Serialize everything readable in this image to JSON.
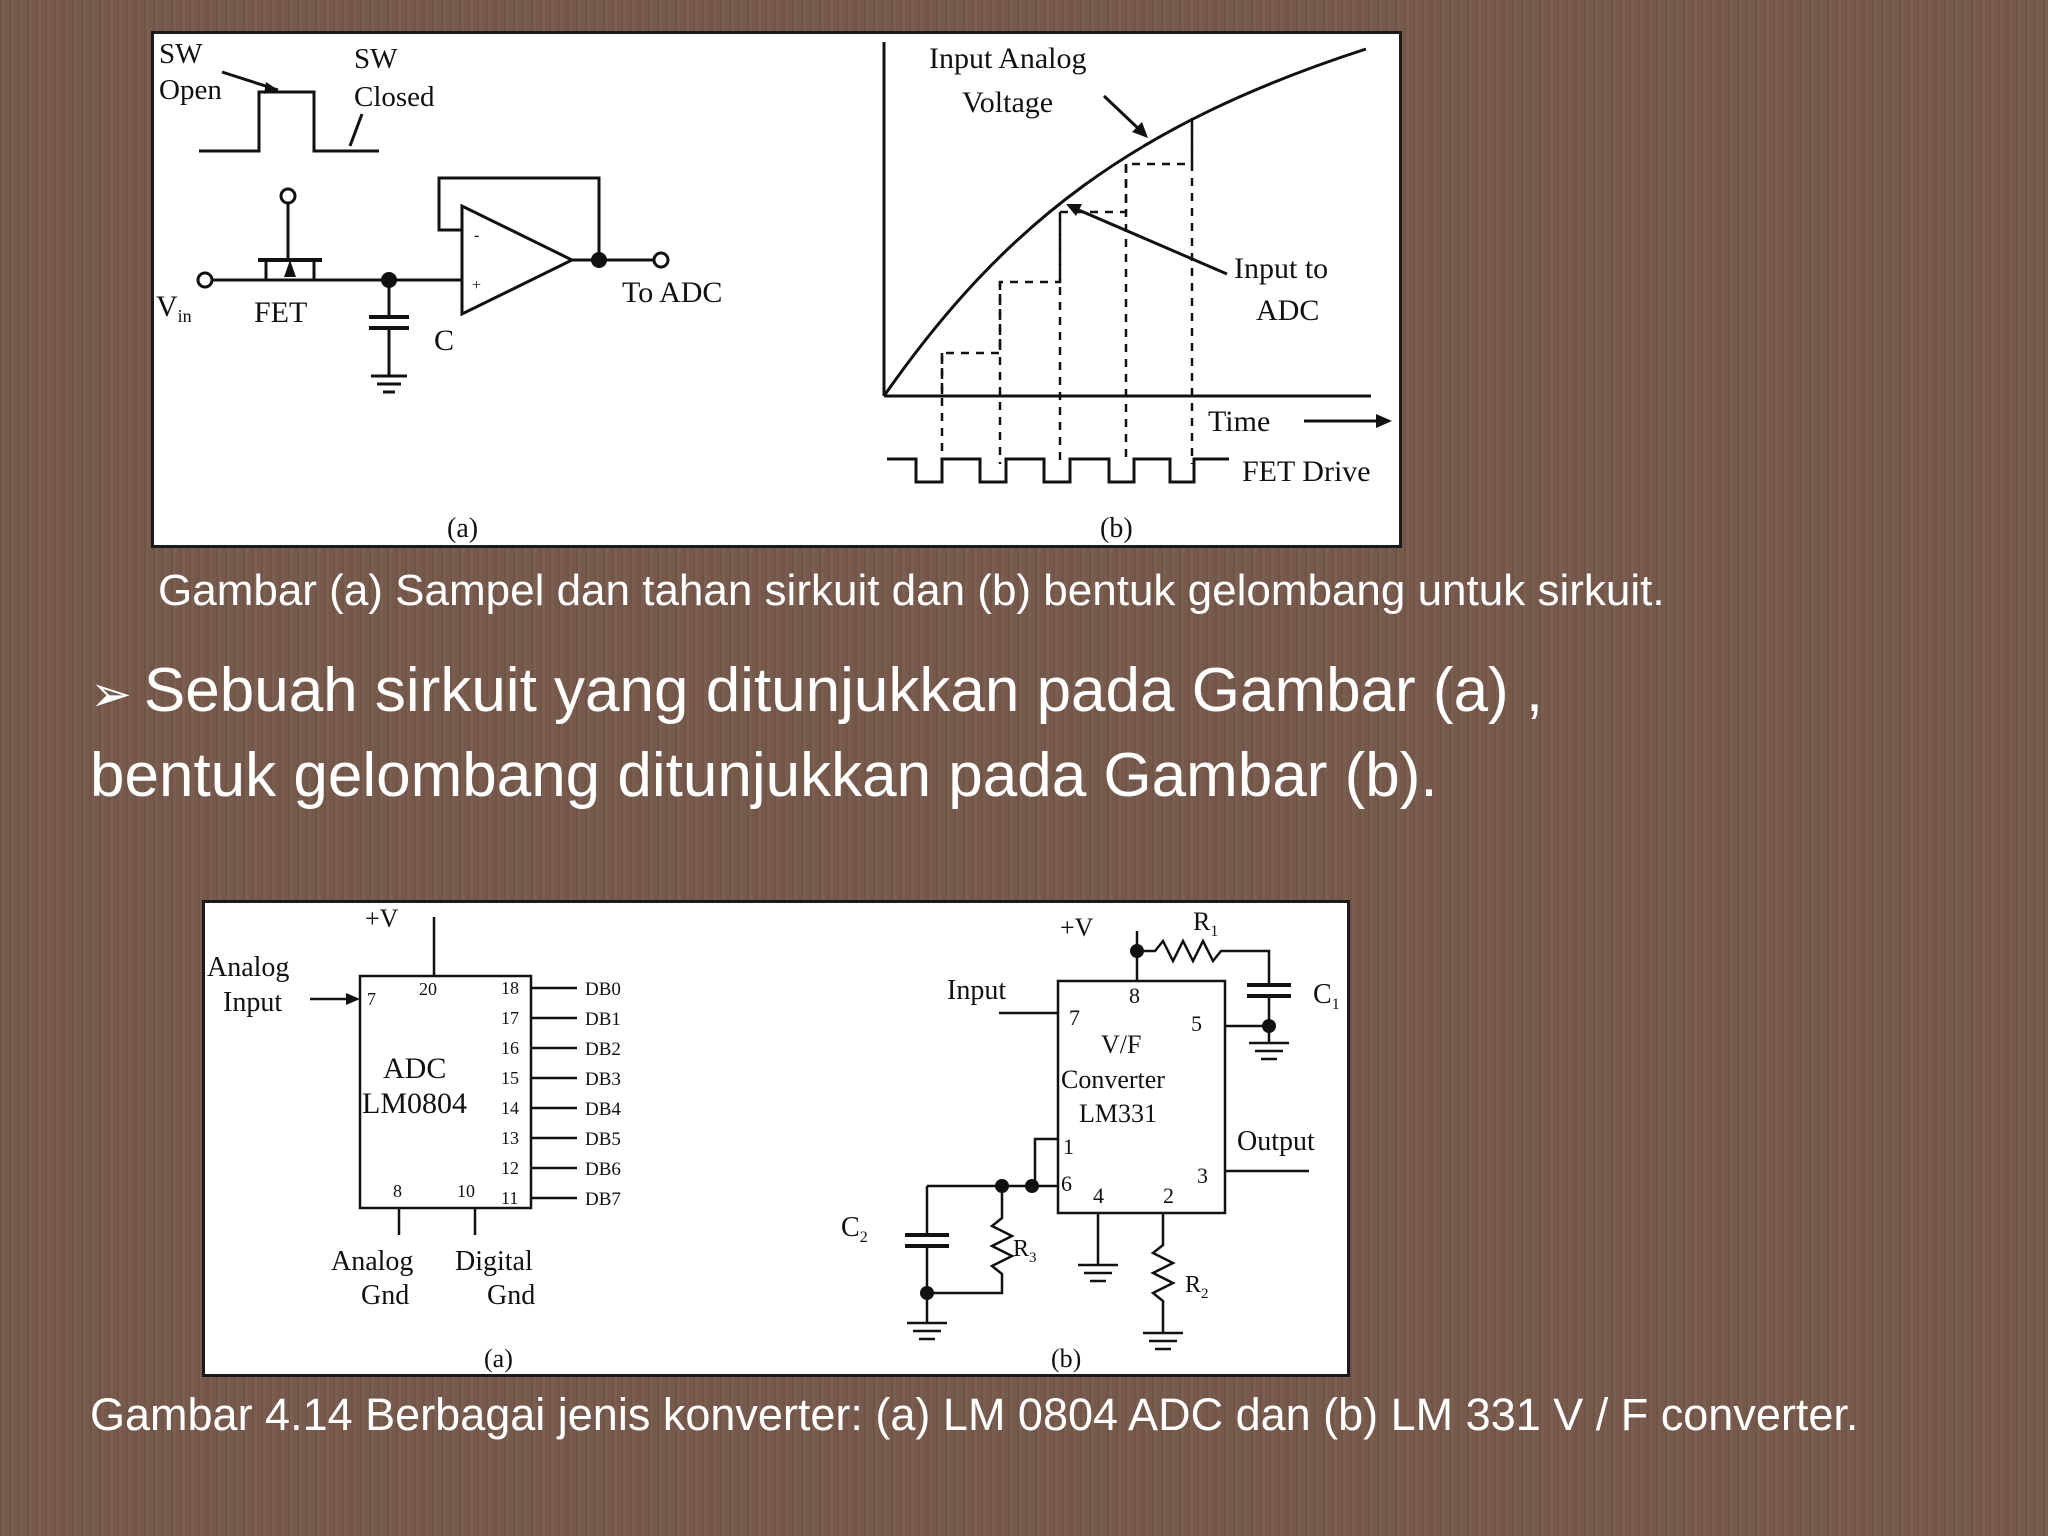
{
  "top_figure": {
    "circuit": {
      "sw_open": [
        "SW",
        "Open"
      ],
      "sw_closed": [
        "SW",
        "Closed"
      ],
      "vin": "V",
      "vin_sub": "in",
      "fet": "FET",
      "cap": "C",
      "to_adc": "To ADC",
      "label": "(a)"
    },
    "waveform": {
      "analog": [
        "Input Analog",
        "Voltage"
      ],
      "input_adc": [
        "Input to",
        "ADC"
      ],
      "time": "Time",
      "fet_drive": "FET Drive",
      "label": "(b)"
    }
  },
  "caption_top": "Gambar (a) Sampel dan tahan sirkuit dan (b) bentuk gelombang untuk sirkuit.",
  "bullet": {
    "line1": "Sebuah sirkuit yang ditunjukkan pada Gambar (a) ,",
    "line2": "bentuk gelombang ditunjukkan pada Gambar (b)."
  },
  "bottom_figure": {
    "adc": {
      "supply": "+V",
      "analog_input": [
        "Analog",
        "Input"
      ],
      "chip": [
        "ADC",
        "LM0804"
      ],
      "pins_left": [
        "7",
        "20"
      ],
      "pins_right": [
        "18",
        "17",
        "16",
        "15",
        "14",
        "13",
        "12",
        "11"
      ],
      "outputs": [
        "DB0",
        "DB1",
        "DB2",
        "DB3",
        "DB4",
        "DB5",
        "DB6",
        "DB7"
      ],
      "pins_bottom": [
        "8",
        "10"
      ],
      "grounds": [
        "Analog",
        "Gnd",
        "Digital",
        "Gnd"
      ],
      "label": "(a)"
    },
    "vf": {
      "supply": "+V",
      "r1": "R",
      "r1_sub": "1",
      "c1": "C",
      "c1_sub": "1",
      "input": "Input",
      "chip": [
        "V/F",
        "Converter",
        "LM331"
      ],
      "pins": [
        "7",
        "8",
        "5",
        "1",
        "6",
        "4",
        "2",
        "3"
      ],
      "output": "Output",
      "c2": "C",
      "c2_sub": "2",
      "r3": "R",
      "r3_sub": "3",
      "r2": "R",
      "r2_sub": "2",
      "label": "(b)"
    }
  },
  "caption_bottom": "Gambar 4.14 Berbagai jenis konverter: (a) LM 0804 ADC dan (b) LM 331 V / F converter."
}
